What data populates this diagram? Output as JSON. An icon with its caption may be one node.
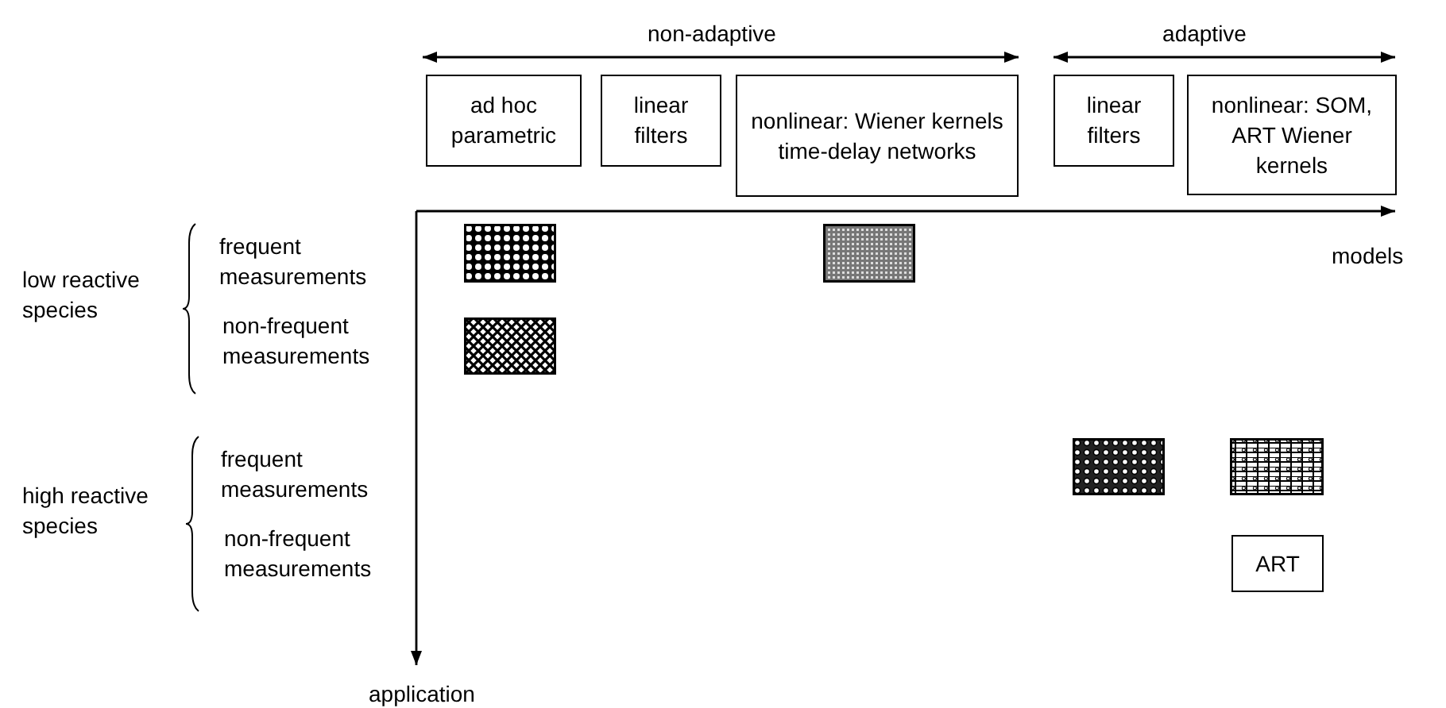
{
  "diagram": {
    "nodes": [
      {
        "text": [
          "ad hoc parametric"
        ]
      },
      {
        "text": [
          "linear filters"
        ]
      },
      {
        "text": [
          "nonlinear: Wiener kernels time-delay networks"
        ]
      },
      {
        "text": [
          "linear filters"
        ]
      },
      {
        "text": [
          "nonlinear: SOM, ART Wiener kernels"
        ]
      },
      {
        "text": [],
        "shape": "box"
      },
      {
        "text": [],
        "shape": "box"
      },
      {
        "text": [],
        "shape": "box"
      },
      {
        "text": [],
        "shape": "box"
      },
      {
        "text": [],
        "shape": "box"
      },
      {
        "text": [
          "ART"
        ]
      }
    ],
    "edges": [],
    "labels": [
      "non-adaptive",
      "adaptive",
      "models",
      "low reactive species",
      "frequent measurements",
      "non-frequent measurements",
      "high reactive species",
      "frequent measurements",
      "non-frequent measurements",
      "application"
    ]
  }
}
